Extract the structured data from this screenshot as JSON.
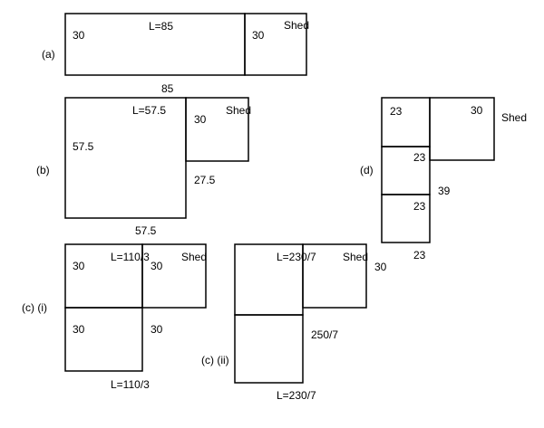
{
  "diagrams": {
    "a": {
      "caption": "(a)",
      "left_width": "30",
      "length": "L=85",
      "right_width": "30",
      "shed": "Shed",
      "bottom": "85"
    },
    "b": {
      "caption": "(b)",
      "length": "L=57.5",
      "left_side": "57.5",
      "shed_width": "30",
      "shed": "Shed",
      "right_side": "27.5",
      "bottom": "57.5"
    },
    "c1": {
      "caption": "(c) (i)",
      "top_length": "L=110/3",
      "shed": "Shed",
      "top_left": "30",
      "top_right": "30",
      "bottom_left": "30",
      "bottom_right": "30",
      "bottom_length": "L=110/3"
    },
    "c2": {
      "caption": "(c) (ii)",
      "top_length": "L=230/7",
      "shed": "Shed",
      "right_width": "30",
      "right_side": "250/7",
      "bottom_length": "L=230/7"
    },
    "d": {
      "caption": "(d)",
      "top_left": "23",
      "top_right": "30",
      "shed": "Shed",
      "middle": "23",
      "lower": "23",
      "right_side": "39",
      "bottom": "23"
    }
  }
}
